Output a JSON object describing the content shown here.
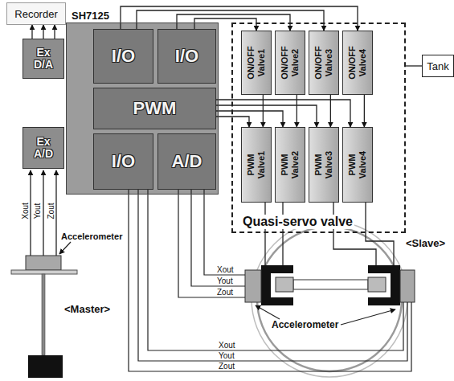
{
  "diagram": {
    "nodes": [
      {
        "text": [
          "Recorder"
        ]
      },
      {
        "text": [
          "SH7125"
        ]
      },
      {
        "text": [
          "I/O"
        ],
        "in": 1
      },
      {
        "text": [
          "I/O"
        ],
        "in": 1
      },
      {
        "text": [
          "PWM"
        ],
        "in": 1
      },
      {
        "text": [
          "I/O"
        ],
        "in": 1
      },
      {
        "text": [
          "A/D"
        ],
        "in": 1
      },
      {
        "text": [
          "Ex D/A"
        ]
      },
      {
        "text": [
          "Ex A/D"
        ]
      },
      {
        "text": [
          "Quasi-servo valve"
        ]
      },
      {
        "text": [
          "ON/OFF Valve1"
        ],
        "in": 9
      },
      {
        "text": [
          "ON/OFF Valve2"
        ],
        "in": 9
      },
      {
        "text": [
          "ON/OFF Valve3"
        ],
        "in": 9
      },
      {
        "text": [
          "ON/OFF Valve4"
        ],
        "in": 9
      },
      {
        "text": [
          "PWM Valve1"
        ],
        "in": 9
      },
      {
        "text": [
          "PWM Valve2"
        ],
        "in": 9
      },
      {
        "text": [
          "PWM Valve3"
        ],
        "in": 9
      },
      {
        "text": [
          "PWM Valve4"
        ],
        "in": 9
      },
      {
        "text": [
          "Tank"
        ]
      }
    ],
    "edges": [
      {
        "from": 7,
        "to": 0,
        "arrow": "to"
      },
      {
        "from": 7,
        "to": 0,
        "arrow": "to"
      },
      {
        "from": 7,
        "to": 0,
        "arrow": "to"
      },
      {
        "from": 2,
        "to": 13,
        "arrow": "to"
      },
      {
        "from": 2,
        "to": 12,
        "arrow": "to"
      },
      {
        "from": 3,
        "to": 11,
        "arrow": "to"
      },
      {
        "from": 3,
        "to": 10,
        "arrow": "to"
      },
      {
        "from": 4,
        "to": 14,
        "arrow": "to"
      },
      {
        "from": 4,
        "to": 15,
        "arrow": "to"
      },
      {
        "from": 4,
        "to": 16,
        "arrow": "to"
      },
      {
        "from": 4,
        "to": 17,
        "arrow": "to"
      },
      {
        "from": 10,
        "to": 14,
        "arrow": "to"
      },
      {
        "from": 11,
        "to": 15,
        "arrow": "to"
      },
      {
        "from": 12,
        "to": 16,
        "arrow": "to"
      },
      {
        "from": 13,
        "to": 17,
        "arrow": "to"
      },
      {
        "from": 9,
        "to": 18,
        "arrow": "none"
      }
    ],
    "labels": [
      "Xout",
      "Yout",
      "Zout",
      "Accelerometer",
      "<Master>",
      "<Slave>",
      "Xout",
      "Yout",
      "Zout",
      "Accelerometer",
      "Xout",
      "Yout",
      "Zout"
    ]
  }
}
